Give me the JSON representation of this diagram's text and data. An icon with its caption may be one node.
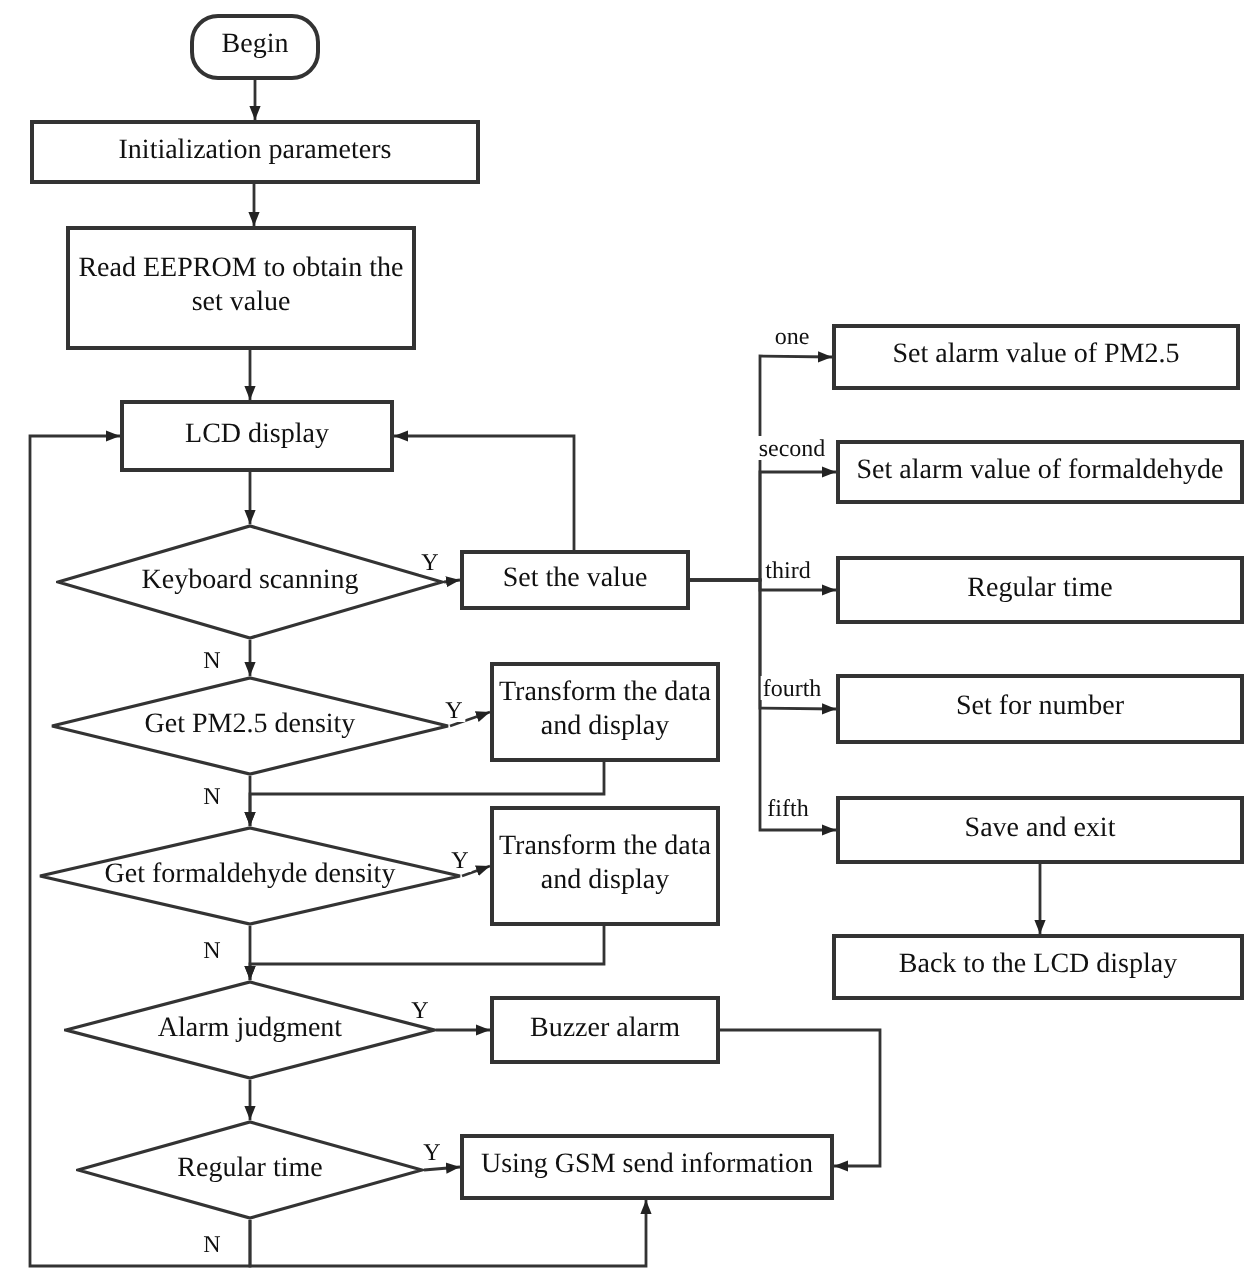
{
  "diagram": {
    "nodes": [
      {
        "text": [
          "Begin"
        ]
      },
      {
        "text": [
          "Initialization parameters"
        ]
      },
      {
        "text": [
          "Read EEPROM to obtain the set value"
        ]
      },
      {
        "text": [
          "LCD display"
        ]
      },
      {
        "text": [
          "Keyboard scanning"
        ]
      },
      {
        "text": [
          "Set the value"
        ]
      },
      {
        "text": [
          "Get PM2.5 density"
        ]
      },
      {
        "text": [
          "Transform the data and display"
        ]
      },
      {
        "text": [
          "Get formaldehyde density"
        ]
      },
      {
        "text": [
          "Transform the data and display"
        ]
      },
      {
        "text": [
          "Alarm judgment"
        ]
      },
      {
        "text": [
          "Buzzer alarm"
        ]
      },
      {
        "text": [
          "Regular time"
        ]
      },
      {
        "text": [
          "Using GSM send information"
        ]
      },
      {
        "text": [
          "Set alarm value of PM2.5"
        ]
      },
      {
        "text": [
          "Set alarm value of formaldehyde"
        ]
      },
      {
        "text": [
          "Regular time"
        ]
      },
      {
        "text": [
          "Set for number"
        ]
      },
      {
        "text": [
          "Save and exit"
        ]
      },
      {
        "text": [
          "Back to the LCD display"
        ]
      }
    ],
    "edges": [
      {
        "from": 0,
        "to": 1,
        "arrow": "to"
      },
      {
        "from": 1,
        "to": 2,
        "arrow": "to"
      },
      {
        "from": 2,
        "to": 3,
        "arrow": "to"
      },
      {
        "from": 3,
        "to": 4,
        "arrow": "to"
      },
      {
        "from": 4,
        "to": 5,
        "arrow": "to",
        "label": "Y"
      },
      {
        "from": 5,
        "to": 3,
        "arrow": "to"
      },
      {
        "from": 4,
        "to": 6,
        "arrow": "to",
        "label": "N"
      },
      {
        "from": 6,
        "to": 7,
        "arrow": "to",
        "label": "Y"
      },
      {
        "from": 7,
        "to": 8,
        "arrow": "to"
      },
      {
        "from": 6,
        "to": 8,
        "arrow": "to",
        "label": "N"
      },
      {
        "from": 8,
        "to": 9,
        "arrow": "to",
        "label": "Y"
      },
      {
        "from": 9,
        "to": 10,
        "arrow": "to"
      },
      {
        "from": 8,
        "to": 10,
        "arrow": "to",
        "label": "N"
      },
      {
        "from": 10,
        "to": 11,
        "arrow": "to",
        "label": "Y"
      },
      {
        "from": 10,
        "to": 12,
        "arrow": "to"
      },
      {
        "from": 11,
        "to": 13,
        "arrow": "to"
      },
      {
        "from": 12,
        "to": 13,
        "arrow": "to",
        "label": "Y"
      },
      {
        "from": 12,
        "to": 3,
        "arrow": "to",
        "label": "N"
      },
      {
        "from": 12,
        "to": 13,
        "arrow": "to"
      },
      {
        "from": 5,
        "to": 14,
        "arrow": "to",
        "label": "one"
      },
      {
        "from": 5,
        "to": 15,
        "arrow": "to",
        "label": "second"
      },
      {
        "from": 5,
        "to": 16,
        "arrow": "to",
        "label": "third"
      },
      {
        "from": 5,
        "to": 17,
        "arrow": "to",
        "label": "fourth"
      },
      {
        "from": 5,
        "to": 18,
        "arrow": "to",
        "label": "fifth"
      },
      {
        "from": 18,
        "to": 19,
        "arrow": "to"
      }
    ]
  }
}
